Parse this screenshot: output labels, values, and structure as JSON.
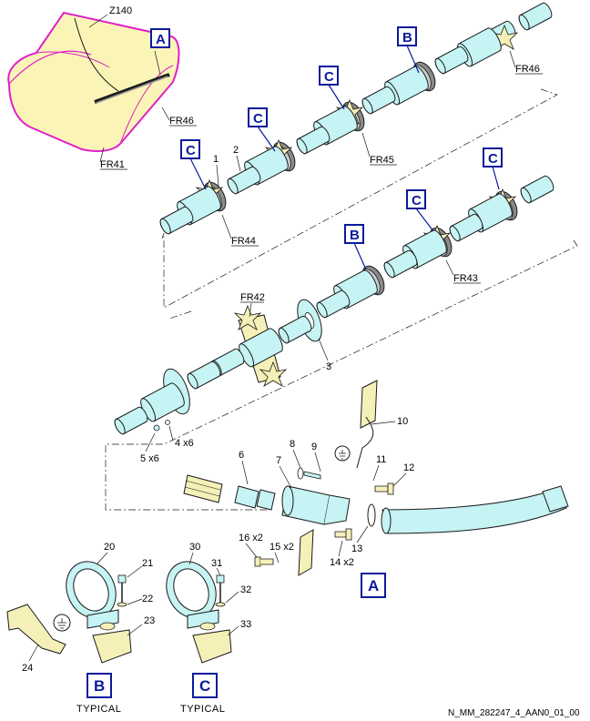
{
  "zone_label": "Z140",
  "frames": {
    "fr46_top": "FR46",
    "fr46_left": "FR46",
    "fr41": "FR41",
    "fr45": "FR45",
    "fr44": "FR44",
    "fr43": "FR43",
    "fr42": "FR42"
  },
  "detail_letters": {
    "a": "A",
    "b": "B",
    "c": "C"
  },
  "items": {
    "i1": "1",
    "i2": "2",
    "i3": "3",
    "i4": "4 x6",
    "i5": "5 x6",
    "i6": "6",
    "i7": "7",
    "i8": "8",
    "i9": "9",
    "i10": "10",
    "i11": "11",
    "i12": "12",
    "i13": "13",
    "i14": "14 x2",
    "i15": "15 x2",
    "i16": "16 x2",
    "i20": "20",
    "i21": "21",
    "i22": "22",
    "i23": "23",
    "i24": "24",
    "i30": "30",
    "i31": "31",
    "i32": "32",
    "i33": "33"
  },
  "typical": "TYPICAL",
  "reference": "N_MM_282247_4_AAN0_01_00",
  "colors": {
    "pipe": "#c6f3f3",
    "bracket": "#f4f0b8",
    "outline": "#1a1a1a",
    "callout_box": "#0a1a9a",
    "zone_outline": "#e020c8"
  }
}
